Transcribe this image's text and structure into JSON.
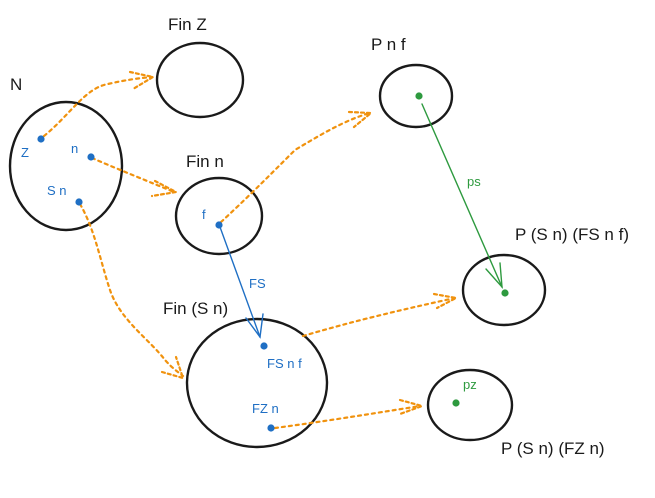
{
  "sets": {
    "N": "N",
    "finZ": "Fin Z",
    "finN": "Fin n",
    "finSn": "Fin (S n)",
    "pnf": "P n f",
    "pSnFSnf": "P (S n) (FS n f)",
    "pSnFZn": "P (S n) (FZ n)"
  },
  "points": {
    "z": "Z",
    "n": "n",
    "sn": "S n",
    "f": "f",
    "fsnf": "FS n f",
    "fzn": "FZ n",
    "pz": "pz"
  },
  "arrows": {
    "fs": "FS",
    "ps": "ps"
  },
  "colors": {
    "mapping": "#f0920e",
    "element": "#1f6fc4",
    "proof": "#2e9a3f",
    "outline": "#1a1a1a"
  }
}
